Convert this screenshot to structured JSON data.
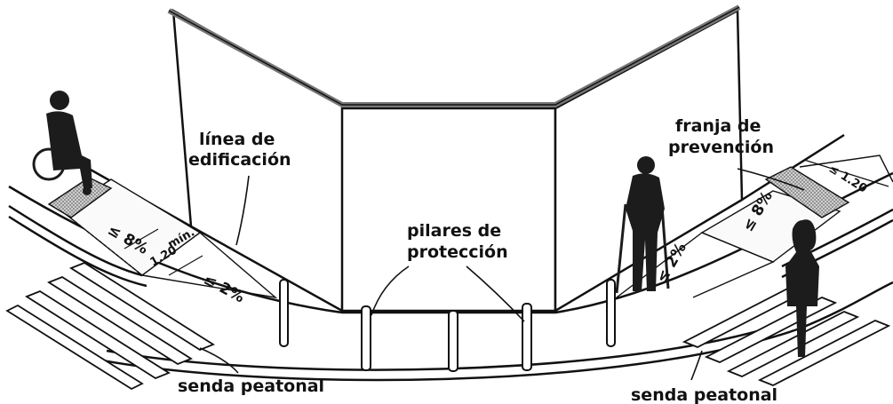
{
  "labels": {
    "building_line": [
      "línea de",
      "edificación"
    ],
    "prevention_strip": [
      "franja de",
      "prevención"
    ],
    "protection_posts": [
      "pilares de",
      "protección"
    ],
    "crosswalk_left": "senda peatonal",
    "crosswalk_right": "senda peatonal",
    "slope_ramp_left": "≤ 8%",
    "slope_ramp_right": "≤ 8%",
    "slope_landing_left": "≤ 2%",
    "slope_landing_right": "≤ 2%",
    "min_width_prefix": "mín.",
    "min_width_value": "1.20",
    "max_strip_width": "≤ 1.20"
  },
  "colors": {
    "line": "#111111",
    "wall": "#ffffff",
    "wall_edge": "#8a8a8a",
    "silhouette": "#1c1c1c",
    "hatch": "#9a9a9a"
  },
  "figures": [
    "wheelchair-user-silhouette",
    "person-with-crutches-silhouette",
    "standing-woman-silhouette"
  ]
}
